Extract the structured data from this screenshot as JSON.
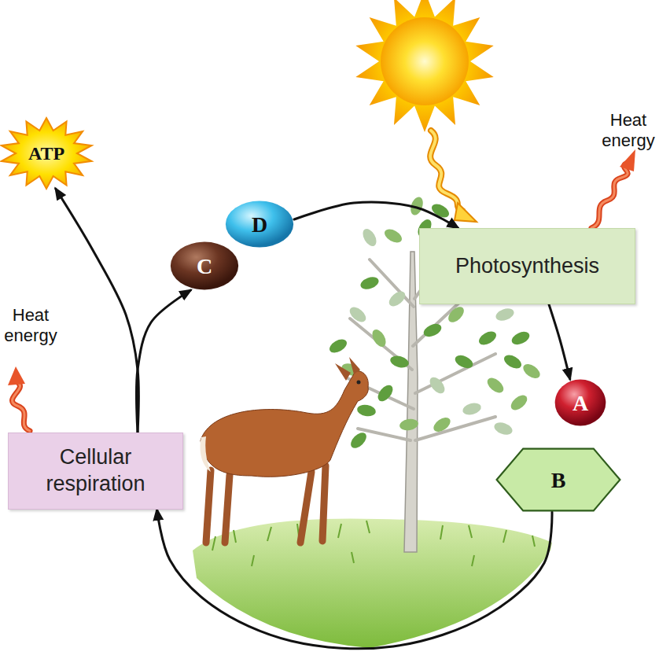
{
  "diagram": {
    "nodes": [
      {
        "text": [
          "ATP"
        ]
      },
      {
        "text": [
          "D"
        ]
      },
      {
        "text": [
          "C"
        ]
      },
      {
        "text": [
          "Photosynthesis"
        ]
      },
      {
        "text": [
          "A"
        ]
      },
      {
        "text": [
          "B"
        ]
      },
      {
        "text": [
          "Cellular respiration"
        ]
      }
    ],
    "edges": [
      {
        "from": 3,
        "to": 4,
        "arrow": "to"
      },
      {
        "from": 5,
        "to": 6,
        "arrow": "to"
      },
      {
        "from": 6,
        "to": 0,
        "arrow": "to"
      },
      {
        "from": 6,
        "to": 2,
        "arrow": "to"
      },
      {
        "from": 1,
        "to": 3,
        "arrow": "to"
      }
    ],
    "labels": [
      "Heat energy",
      "Heat energy"
    ]
  }
}
